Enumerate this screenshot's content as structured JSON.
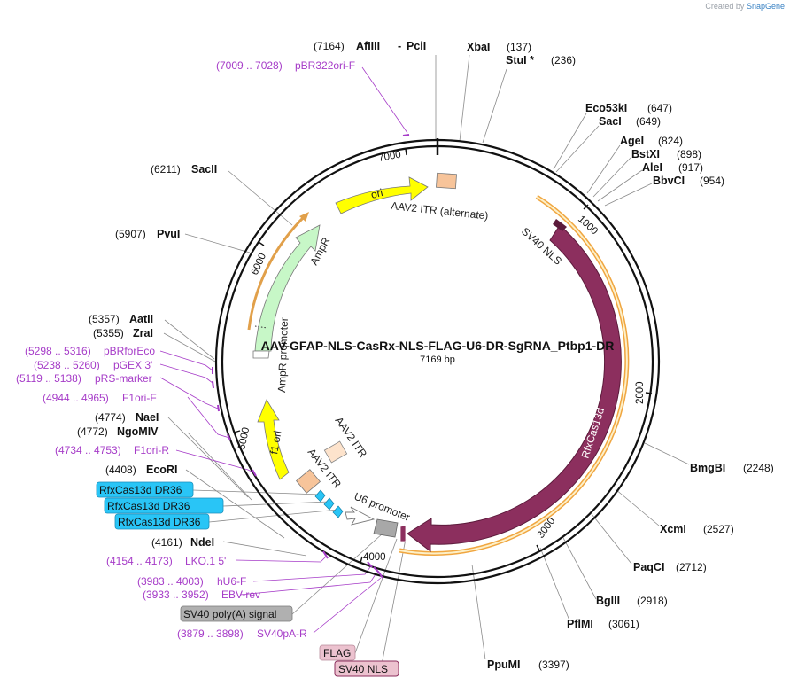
{
  "credit": {
    "prefix": "Created by",
    "brand": "SnapGene"
  },
  "plasmid": {
    "name": "AAV-GFAP-NLS-CasRx-NLS-FLAG-U6-DR-SgRNA_Ptbp1-DR",
    "length_label": "7169 bp",
    "length": 7169
  },
  "ticks": [
    {
      "pos": 1000,
      "label": "1000"
    },
    {
      "pos": 2000,
      "label": "2000"
    },
    {
      "pos": 3000,
      "label": "3000"
    },
    {
      "pos": 4000,
      "label": "4000"
    },
    {
      "pos": 5000,
      "label": "5000"
    },
    {
      "pos": 6000,
      "label": "6000"
    },
    {
      "pos": 7000,
      "label": "7000"
    }
  ],
  "sites": [
    {
      "name": "AfIIII",
      "pos": "(7164)",
      "name2": "PciI"
    },
    {
      "name": "XbaI",
      "pos": "(137)"
    },
    {
      "name": "StuI *",
      "pos": "(236)"
    },
    {
      "name": "Eco53kI",
      "pos": "(647)"
    },
    {
      "name": "SacI",
      "pos": "(649)"
    },
    {
      "name": "AgeI",
      "pos": "(824)"
    },
    {
      "name": "BstXI",
      "pos": "(898)"
    },
    {
      "name": "AleI",
      "pos": "(917)"
    },
    {
      "name": "BbvCI",
      "pos": "(954)"
    },
    {
      "name": "BmgBI",
      "pos": "(2248)"
    },
    {
      "name": "XcmI",
      "pos": "(2527)"
    },
    {
      "name": "PaqCI",
      "pos": "(2712)"
    },
    {
      "name": "BglII",
      "pos": "(2918)"
    },
    {
      "name": "PflMI",
      "pos": "(3061)"
    },
    {
      "name": "PpuMI",
      "pos": "(3397)"
    },
    {
      "name": "NdeI",
      "pos": "(4161)"
    },
    {
      "name": "EcoRI",
      "pos": "(4408)"
    },
    {
      "name": "NgoMIV",
      "pos": "(4772)"
    },
    {
      "name": "NaeI",
      "pos": "(4774)"
    },
    {
      "name": "ZraI",
      "pos": "(5355)"
    },
    {
      "name": "AatII",
      "pos": "(5357)"
    },
    {
      "name": "PvuI",
      "pos": "(5907)"
    },
    {
      "name": "SacII",
      "pos": "(6211)"
    }
  ],
  "primers": [
    {
      "range": "(7009 .. 7028)",
      "name": "pBR322ori-F"
    },
    {
      "range": "(5298 .. 5316)",
      "name": "pBRforEco"
    },
    {
      "range": "(5238 .. 5260)",
      "name": "pGEX 3'"
    },
    {
      "range": "(5119 .. 5138)",
      "name": "pRS-marker"
    },
    {
      "range": "(4944 .. 4965)",
      "name": "F1ori-F"
    },
    {
      "range": "(4734 .. 4753)",
      "name": "F1ori-R"
    },
    {
      "range": "(4154 .. 4173)",
      "name": "LKO.1 5'"
    },
    {
      "range": "(3983 .. 4003)",
      "name": "hU6-F"
    },
    {
      "range": "(3933 .. 3952)",
      "name": "EBV-rev"
    },
    {
      "range": "(3879 .. 3898)",
      "name": "SV40pA-R"
    }
  ],
  "features": {
    "ori": "ori",
    "aav2_itr_alt": "AAV2 ITR (alternate)",
    "sv40_nls": "SV40 NLS",
    "rfxcas13d": "RfxCas13d",
    "ampr": "AmpR",
    "ampr_promoter": "AmpR promoter",
    "f1_ori": "f1 ori",
    "aav2_itr_1": "AAV2 ITR",
    "aav2_itr_2": "AAV2 ITR",
    "u6_promoter": "U6 promoter"
  },
  "boxes": {
    "dr1": "RfxCas13d DR36",
    "dr2": "RfxCas13d DR36",
    "dr3": "RfxCas13d DR36",
    "sv40_polya": "SV40 poly(A) signal",
    "flag": "FLAG",
    "sv40_nls": "SV40 NLS"
  },
  "colors": {
    "backbone": "#111111",
    "rfxcas13d": "#8c2f5e",
    "rfx_outline": "#f0a640",
    "ori": "#ffff00",
    "ampr": "#c7f7c7",
    "itr": "#f7c49a",
    "dr": "#29c5f6",
    "polya": "#b0b0b0",
    "flag_box": "#ecc2cf",
    "primer": "#a63cc8"
  }
}
